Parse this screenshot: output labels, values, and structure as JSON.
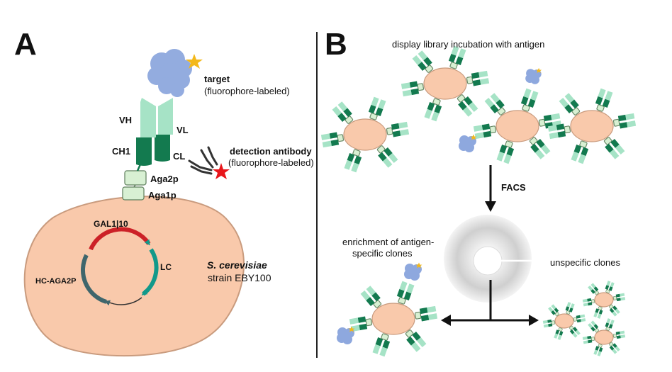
{
  "panel_a": {
    "label": "A",
    "target": "target",
    "target_sub": "(fluorophore-labeled)",
    "vh": "VH",
    "vl": "VL",
    "ch1": "CH1",
    "cl": "CL",
    "detection": "detection antibody",
    "detection_sub": "(fluorophore-labeled)",
    "aga2p": "Aga2p",
    "aga1p": "Aga1p",
    "gal": "GAL1|10",
    "lc": "LC",
    "hc": "HC-AGA2P",
    "species": "S. cerevisiae",
    "strain": "strain EBY100"
  },
  "panel_b": {
    "label": "B",
    "title": "display library incubation with antigen",
    "facs": "FACS",
    "enrich_1": "enrichment of antigen-",
    "enrich_2": "specific clones",
    "unspecific": "unspecific clones"
  },
  "colors": {
    "cell_fill": "#f9c9ab",
    "cell_stroke": "#c99b7e",
    "heavy_dark": "#137a4f",
    "variable_light": "#a6e3c6",
    "aga_fill": "#d8f0d3",
    "antigen": "#8ea8de",
    "star": "#f3b81a",
    "red_star": "#e8161b",
    "plasmid_red": "#cc2127",
    "plasmid_teal": "#12998a",
    "plasmid_slate": "#3f666c"
  }
}
